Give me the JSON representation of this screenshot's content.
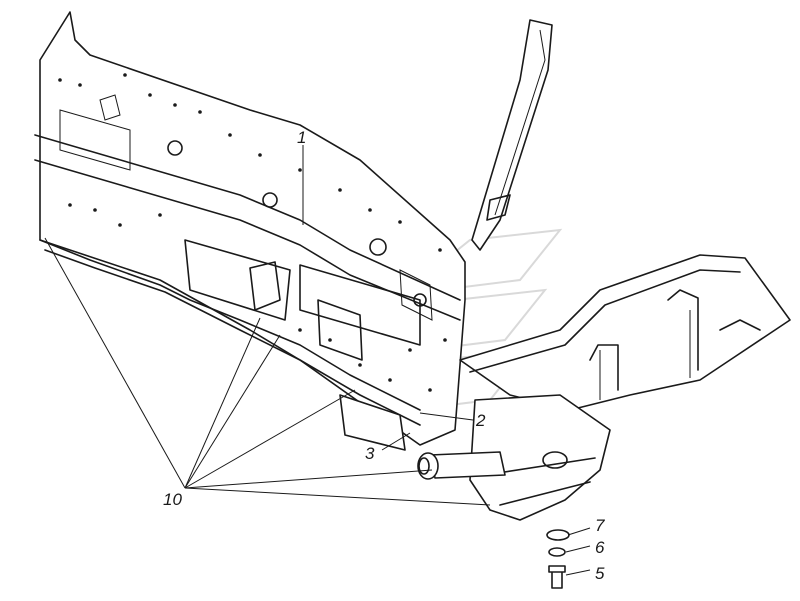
{
  "callouts": {
    "c1": "1",
    "c2": "2",
    "c3": "3",
    "c5": "5",
    "c6": "6",
    "c7": "7",
    "c10": "10"
  },
  "colors": {
    "line": "#1a1a1a",
    "background": "#ffffff",
    "watermark": "#d9d9d9"
  }
}
